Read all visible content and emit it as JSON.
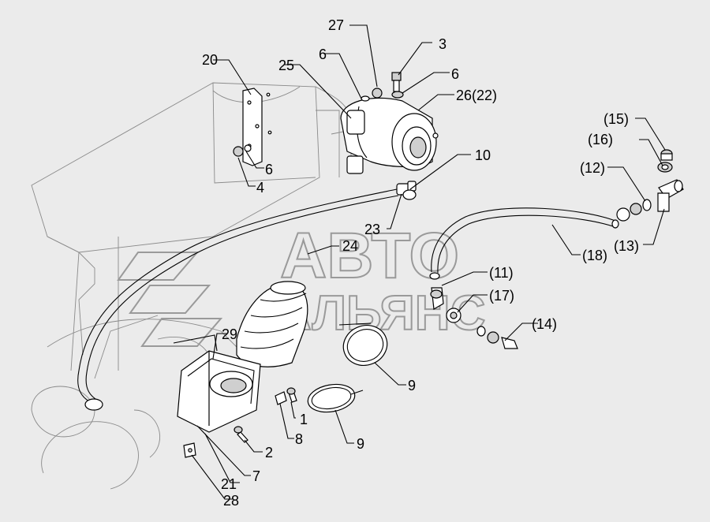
{
  "watermark": {
    "line1": "АВТО",
    "line2": "АЛЬЯНС"
  },
  "callouts": [
    {
      "id": "c27",
      "text": "27"
    },
    {
      "id": "c3",
      "text": "3"
    },
    {
      "id": "c20",
      "text": "20"
    },
    {
      "id": "c25",
      "text": "25"
    },
    {
      "id": "c6a",
      "text": "6"
    },
    {
      "id": "c6b",
      "text": "6"
    },
    {
      "id": "c26",
      "text": "26(22)"
    },
    {
      "id": "c6c",
      "text": "6"
    },
    {
      "id": "c4",
      "text": "4"
    },
    {
      "id": "c10",
      "text": "10"
    },
    {
      "id": "c15",
      "text": "(15)"
    },
    {
      "id": "c16",
      "text": "(16)"
    },
    {
      "id": "c12",
      "text": "(12)"
    },
    {
      "id": "c23",
      "text": "23"
    },
    {
      "id": "c24",
      "text": "24"
    },
    {
      "id": "c13",
      "text": "(13)"
    },
    {
      "id": "c18",
      "text": "(18)"
    },
    {
      "id": "c11",
      "text": "(11)"
    },
    {
      "id": "c17",
      "text": "(17)"
    },
    {
      "id": "c14",
      "text": "(14)"
    },
    {
      "id": "c29",
      "text": "29"
    },
    {
      "id": "c9a",
      "text": "9"
    },
    {
      "id": "c1",
      "text": "1"
    },
    {
      "id": "c8",
      "text": "8"
    },
    {
      "id": "c9b",
      "text": "9"
    },
    {
      "id": "c2",
      "text": "2"
    },
    {
      "id": "c7",
      "text": "7"
    },
    {
      "id": "c21",
      "text": "21"
    },
    {
      "id": "c28",
      "text": "28"
    }
  ]
}
